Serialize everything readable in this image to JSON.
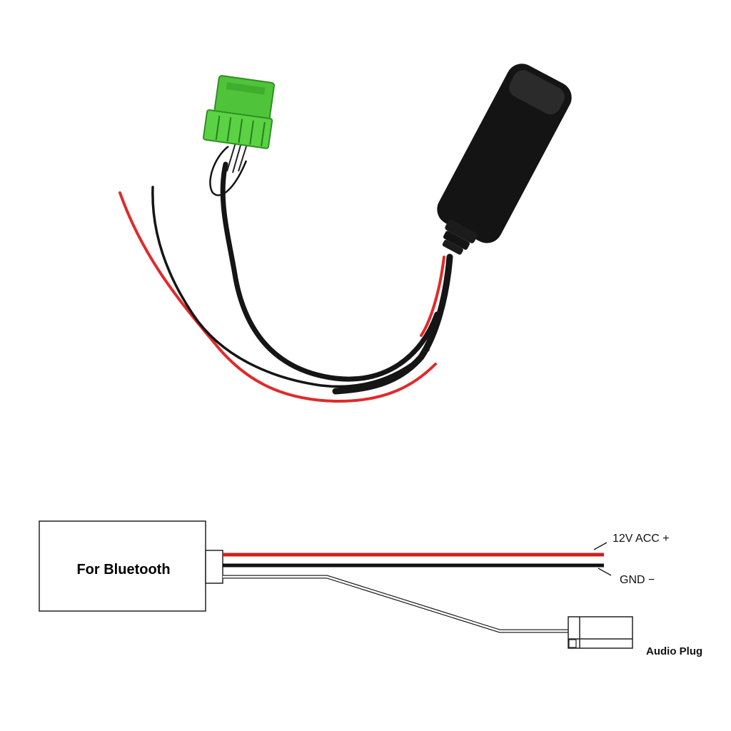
{
  "diagram": {
    "module_label": "For Bluetooth",
    "wires": [
      {
        "label": "12V ACC +",
        "color": "#d11f1f"
      },
      {
        "label": "GND −",
        "color": "#111111"
      }
    ],
    "audio_plug_label": "Audio Plug"
  },
  "photo": {
    "module_color": "#141414",
    "connector_color": "#4fc43a",
    "red_wire_color": "#e02a2a",
    "black_wire_color": "#151515"
  }
}
